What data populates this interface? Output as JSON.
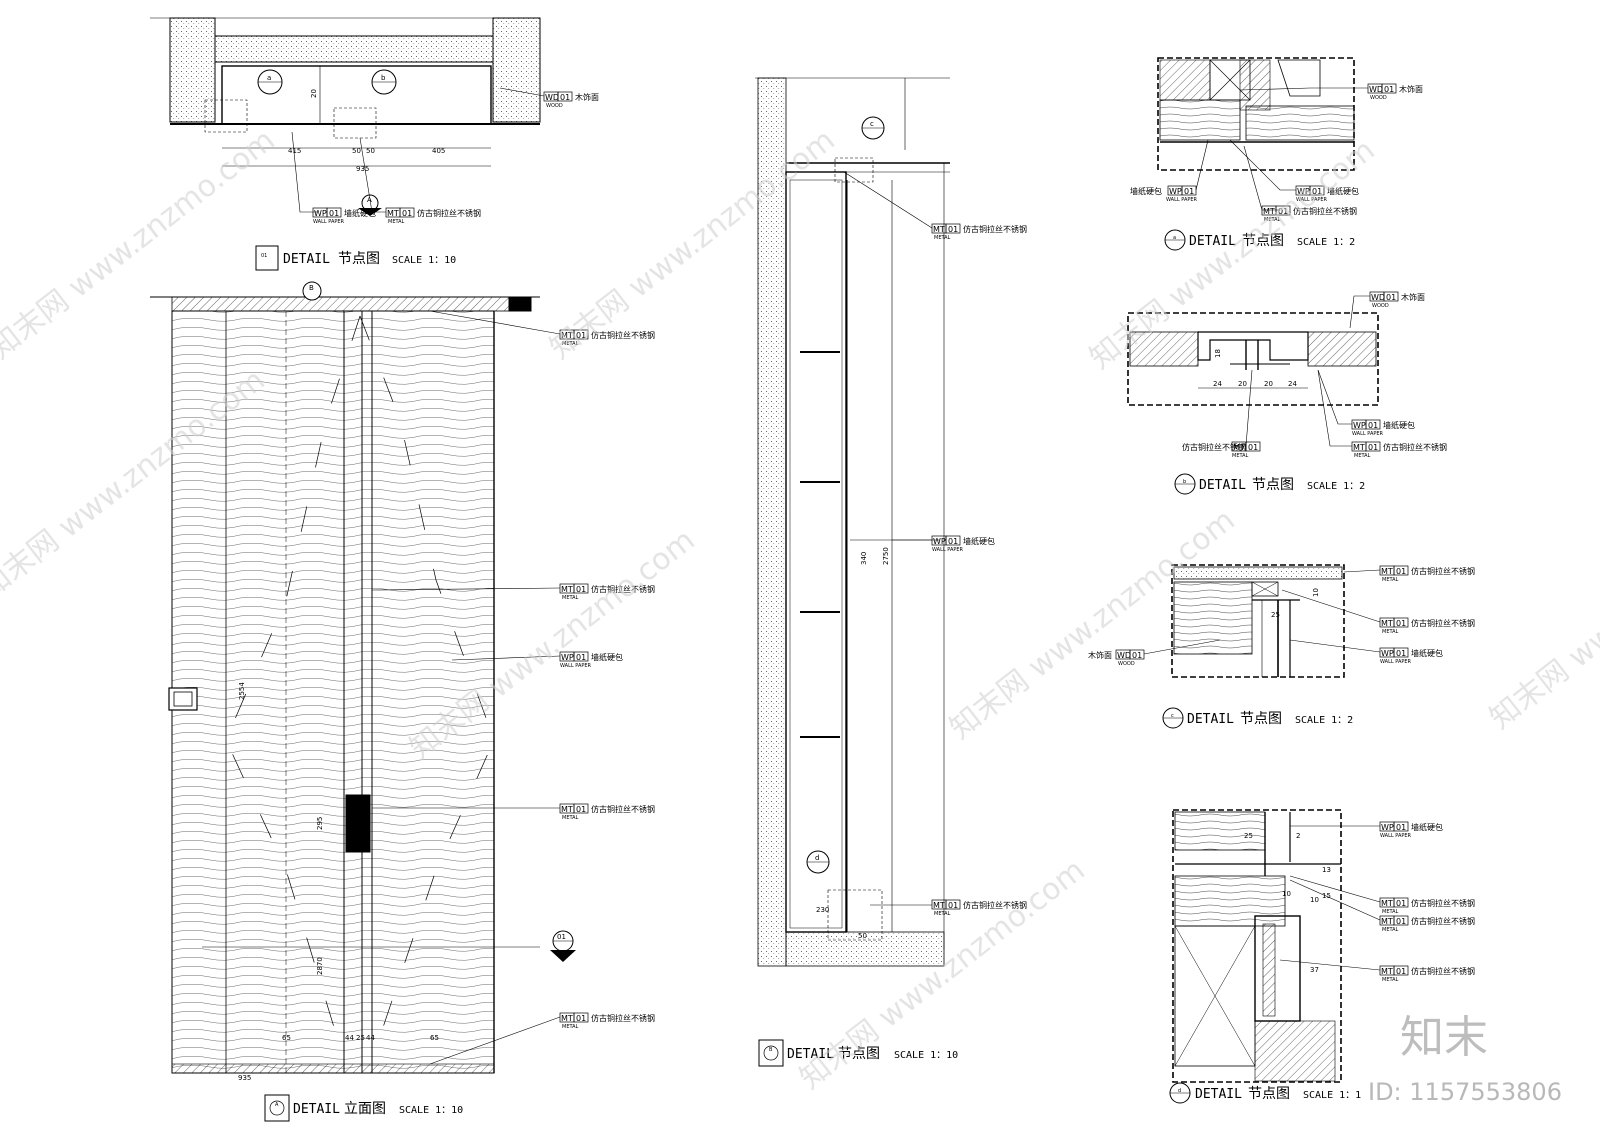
{
  "drawings": [
    {
      "id": "01",
      "title": "DETAIL",
      "title_cn": "节点图",
      "scale": "SCALE 1：10"
    },
    {
      "id": "A",
      "title": "DETAIL",
      "title_cn": "立面图",
      "scale": "SCALE 1：10"
    },
    {
      "id": "B",
      "title": "DETAIL",
      "title_cn": "节点图",
      "scale": "SCALE 1：10"
    },
    {
      "id": "a",
      "title": "DETAIL",
      "title_cn": "节点图",
      "scale": "SCALE 1：2"
    },
    {
      "id": "b",
      "title": "DETAIL",
      "title_cn": "节点图",
      "scale": "SCALE 1：2"
    },
    {
      "id": "c",
      "title": "DETAIL",
      "title_cn": "节点图",
      "scale": "SCALE 1：2"
    },
    {
      "id": "d",
      "title": "DETAIL",
      "title_cn": "节点图",
      "scale": "SCALE 1：1"
    }
  ],
  "materials": {
    "wd": {
      "code": "WD",
      "num": "01",
      "en": "WOOD",
      "cn": "木饰面"
    },
    "wp": {
      "code": "WP",
      "num": "01",
      "en": "WALL PAPER",
      "cn": "墙纸硬包"
    },
    "mt": {
      "code": "MT",
      "num": "01",
      "en": "METAL",
      "cn": "仿古铜拉丝不锈钢"
    },
    "mt_alt": {
      "code": "MT",
      "num": "01",
      "en": "METAL",
      "cn": "仿古铜拉丝不锈钢"
    }
  },
  "dims_top": [
    "415",
    "50",
    "50",
    "405",
    "935",
    "20"
  ],
  "dims_b": [
    "24",
    "20",
    "20",
    "24",
    "18"
  ],
  "dims_c": [
    "25",
    "10"
  ],
  "dims_d": [
    "25",
    "2",
    "10",
    "10",
    "13",
    "37",
    "15"
  ],
  "dims_elev": [
    "65",
    "44",
    "25",
    "44",
    "65",
    "2554",
    "295",
    "2870",
    "935"
  ],
  "dims_section": [
    "340",
    "2750",
    "230",
    "50"
  ],
  "callout_a": "a",
  "callout_b": "b",
  "callout_c": "c",
  "callout_d": "d",
  "callout_01": "01",
  "callout_A": "A",
  "callout_B": "B",
  "watermark": "知末网 www.znzmo.com",
  "brand": "知末",
  "id_label": "ID: 1157553806"
}
